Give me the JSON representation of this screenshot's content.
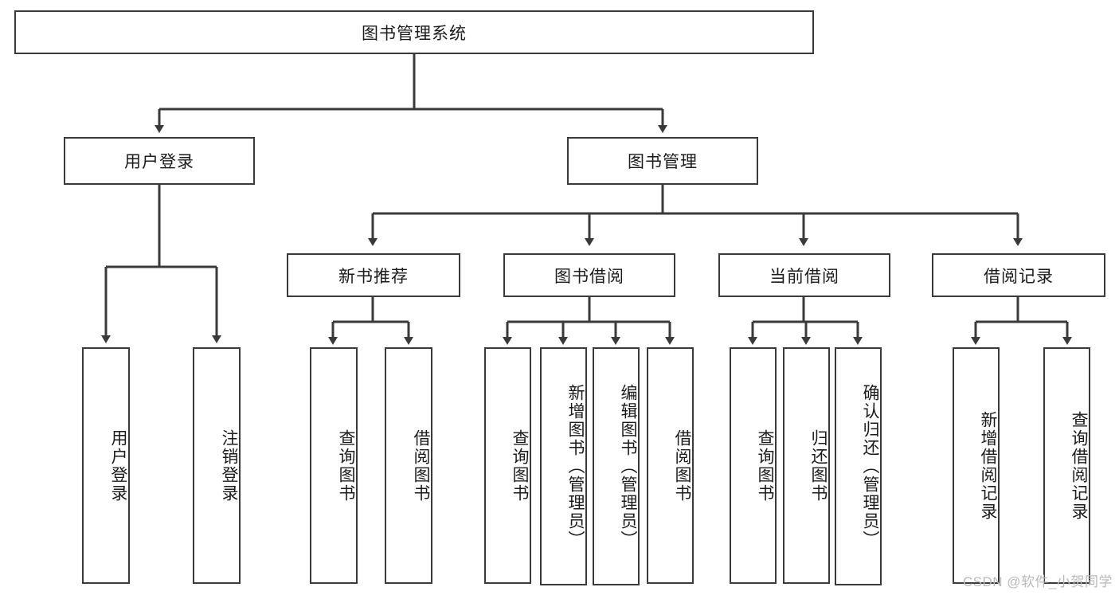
{
  "diagram": {
    "title": "图书管理系统",
    "type": "tree-hierarchy",
    "root": {
      "label": "图书管理系统"
    },
    "level2": [
      {
        "label": "用户登录"
      },
      {
        "label": "图书管理"
      }
    ],
    "level3": [
      {
        "label": "新书推荐"
      },
      {
        "label": "图书借阅"
      },
      {
        "label": "当前借阅"
      },
      {
        "label": "借阅记录"
      }
    ],
    "leaves": {
      "user_login": [
        {
          "label": "用户登录"
        },
        {
          "label": "注销登录"
        }
      ],
      "new_book_recommend": [
        {
          "label": "查询图书"
        },
        {
          "label": "借阅图书"
        }
      ],
      "book_borrow": [
        {
          "label": "查询图书"
        },
        {
          "label": "新增图书（管理员）"
        },
        {
          "label": "编辑图书（管理员）"
        },
        {
          "label": "借阅图书"
        }
      ],
      "current_borrow": [
        {
          "label": "查询图书"
        },
        {
          "label": "归还图书"
        },
        {
          "label": "确认归还（管理员）"
        }
      ],
      "borrow_record": [
        {
          "label": "新增借阅记录"
        },
        {
          "label": "查询借阅记录"
        }
      ]
    }
  },
  "watermark": {
    "text": "CSDN @软件_小贺同学"
  },
  "colors": {
    "line": "#3a3a3a",
    "box_border": "#3a3a3a",
    "box_fill": "#ffffff",
    "text": "#1b1b1b",
    "background": "#ffffff",
    "watermark": "#b9b9b9"
  }
}
